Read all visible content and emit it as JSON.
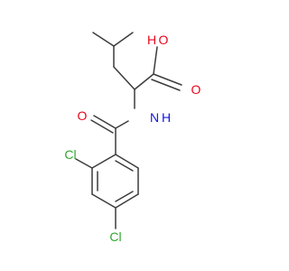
{
  "molecule": {
    "atoms": {
      "hydroxyl_oxygen": {
        "label": "O",
        "color": "#e8061c"
      },
      "hydroxyl_hydrogen": {
        "label": "H",
        "color": "#e8061c"
      },
      "carbonyl_oxygen_acid": {
        "label": "O",
        "color": "#e8061c"
      },
      "amide_nitrogen": {
        "label": "N",
        "color": "#1414e6"
      },
      "amide_hydrogen": {
        "label": "H",
        "color": "#1414e6"
      },
      "amide_oxygen": {
        "label": "O",
        "color": "#e8061c"
      },
      "chlorine_ortho": {
        "label": "Cl",
        "color": "#2ea82e"
      },
      "chlorine_para": {
        "label": "Cl",
        "color": "#2ea82e"
      }
    },
    "bond_color": "#3c3c3c"
  }
}
